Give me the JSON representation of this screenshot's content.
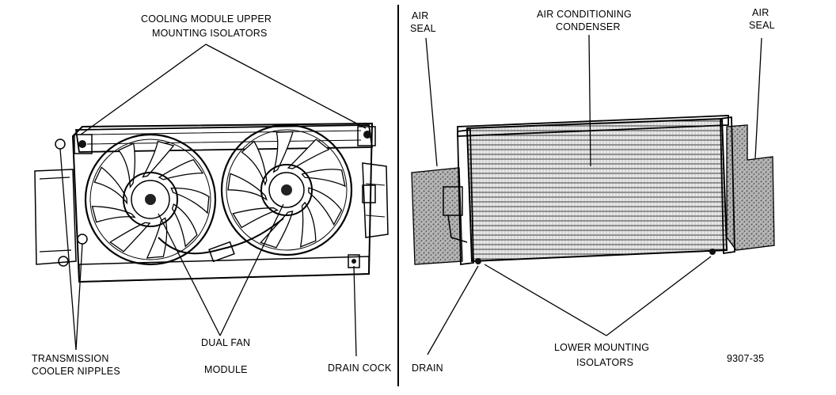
{
  "labels": {
    "upper_isolators": [
      "COOLING MODULE UPPER",
      "MOUNTING ISOLATORS"
    ],
    "trans_cooler": [
      "TRANSMISSION",
      "COOLER NIPPLES"
    ],
    "dual_fan": [
      "DUAL FAN",
      "MODULE"
    ],
    "drain_cock": "DRAIN COCK",
    "air_seal_left": [
      "AIR",
      "SEAL"
    ],
    "ac_condenser": [
      "AIR CONDITIONING",
      "CONDENSER"
    ],
    "air_seal_right": [
      "AIR",
      "SEAL"
    ],
    "drain": "DRAIN",
    "lower_isolators": [
      "LOWER MOUNTING",
      "ISOLATORS"
    ],
    "figure_id": "9307-35"
  },
  "colors": {
    "ink": "#000000",
    "paper": "#ffffff",
    "seal_fill": "#9a9a9a"
  }
}
